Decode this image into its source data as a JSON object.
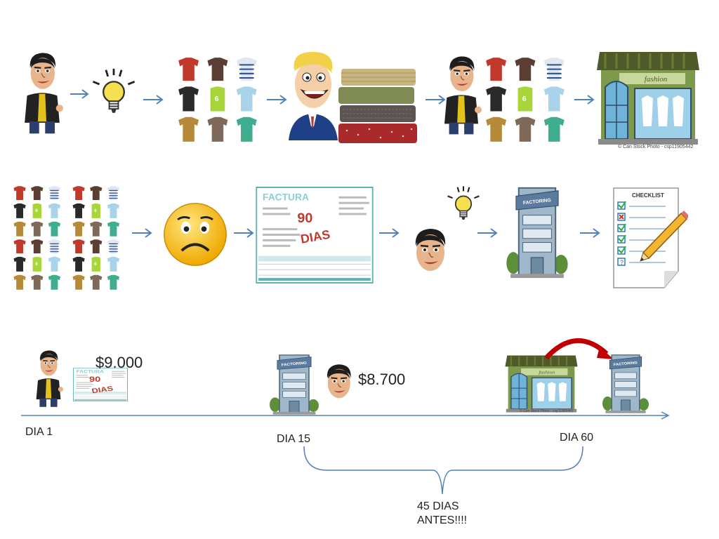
{
  "store_sign": "fashion",
  "stock_credit": "© Can Stock Photo - csp11905442",
  "factoring_sign": "FACTORING",
  "checklist_title": "CHECKLIST",
  "jersey_number": "6",
  "invoice": {
    "title": "FACTURA",
    "days_number": "90",
    "days_word": "DIAS"
  },
  "timeline": {
    "amount_invoice": "$9.000",
    "amount_received": "$8.700",
    "day1": "DIA 1",
    "day15": "DIA 15",
    "day60": "DIA 60",
    "early_line1": "45 DIAS",
    "early_line2": "ANTES!!!!"
  },
  "colors": {
    "arrow_blue": "#4f81bd",
    "invoice_red": "#c0392b",
    "curved_arrow_red": "#c00000"
  }
}
